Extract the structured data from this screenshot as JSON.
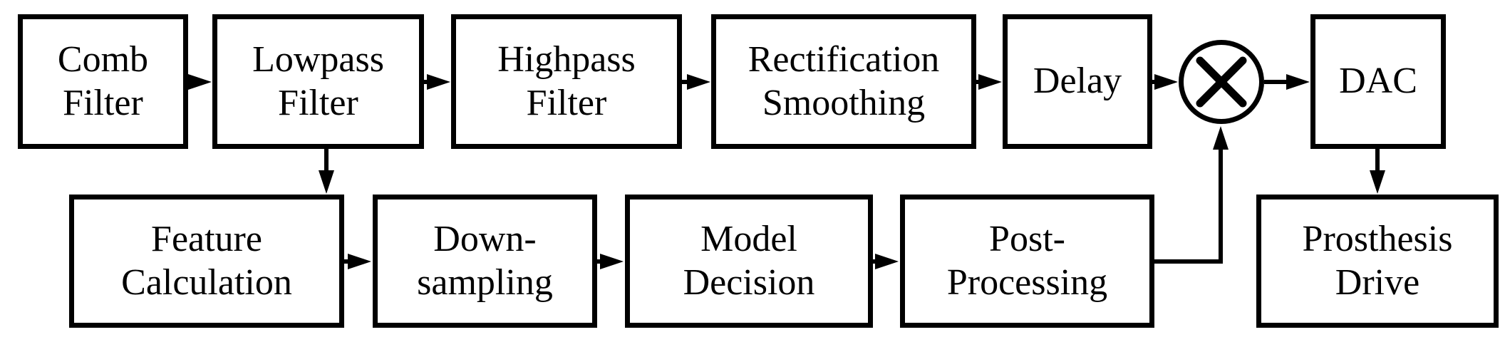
{
  "figure": {
    "type": "block-diagram",
    "description": "Signal processing chain for prosthesis control",
    "colors": {
      "ink": "#000000",
      "background": "#ffffff"
    }
  },
  "nodes": {
    "comb": {
      "label": "Comb Filter",
      "lines": [
        "Comb",
        "Filter"
      ]
    },
    "lowpass": {
      "label": "Lowpass Filter",
      "lines": [
        "Lowpass",
        "Filter"
      ]
    },
    "highpass": {
      "label": "Highpass Filter",
      "lines": [
        "Highpass",
        "Filter"
      ]
    },
    "rectification": {
      "label": "Rectification Smoothing",
      "lines": [
        "Rectification",
        "Smoothing"
      ]
    },
    "delay": {
      "label": "Delay",
      "lines": [
        "Delay"
      ]
    },
    "multiply": {
      "label": "multiplier",
      "symbol": "×",
      "icon": "multiply-icon"
    },
    "dac": {
      "label": "DAC",
      "lines": [
        "DAC"
      ]
    },
    "feature": {
      "label": "Feature Calculation",
      "lines": [
        "Feature",
        "Calculation"
      ]
    },
    "downsampling": {
      "label": "Down-sampling",
      "lines": [
        "Down-",
        "sampling"
      ]
    },
    "model": {
      "label": "Model Decision",
      "lines": [
        "Model",
        "Decision"
      ]
    },
    "post": {
      "label": "Post-Processing",
      "lines": [
        "Post-",
        "Processing"
      ]
    },
    "prosthesis": {
      "label": "Prosthesis Drive",
      "lines": [
        "Prosthesis",
        "Drive"
      ]
    }
  },
  "edges": [
    {
      "from": "Comb Filter",
      "to": "Lowpass Filter"
    },
    {
      "from": "Lowpass Filter",
      "to": "Highpass Filter"
    },
    {
      "from": "Highpass Filter",
      "to": "Rectification Smoothing"
    },
    {
      "from": "Rectification Smoothing",
      "to": "Delay"
    },
    {
      "from": "Delay",
      "to": "multiplier"
    },
    {
      "from": "multiplier",
      "to": "DAC"
    },
    {
      "from": "Lowpass Filter",
      "to": "Feature Calculation"
    },
    {
      "from": "Feature Calculation",
      "to": "Down-sampling"
    },
    {
      "from": "Down-sampling",
      "to": "Model Decision"
    },
    {
      "from": "Model Decision",
      "to": "Post-Processing"
    },
    {
      "from": "Post-Processing",
      "to": "multiplier"
    },
    {
      "from": "DAC",
      "to": "Prosthesis Drive"
    }
  ]
}
